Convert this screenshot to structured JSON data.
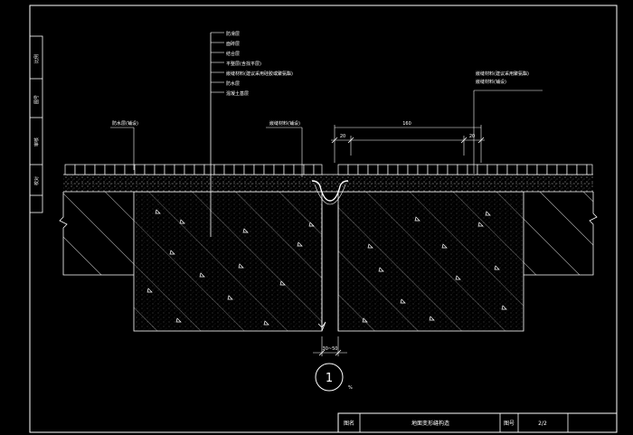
{
  "drawing": {
    "callouts_left": [
      "防滑层",
      "面砖层",
      "结合层",
      "平整层(含找平层)",
      "嵌缝材料(建议采用硅胶或聚氨酯)",
      "防水层",
      "混凝土基层"
    ],
    "callout_mid_left": "防水层(铺设)",
    "callout_mid_right": "嵌缝材料(铺设)",
    "callout_right": [
      "嵌缝材料(建议采用聚氨酯)",
      "嵌缝材料(铺设)"
    ],
    "dim_top_total": "160",
    "dim_top_left": "20",
    "dim_top_right": "20",
    "dim_bottom": "30~50",
    "detail_number": "1",
    "side_labels": [
      "比例",
      "图号",
      "审核",
      "校对"
    ]
  },
  "titleblock": {
    "label_left": "图名",
    "title": "地面变形缝构造",
    "label_right": "图号",
    "number": "2/2"
  }
}
